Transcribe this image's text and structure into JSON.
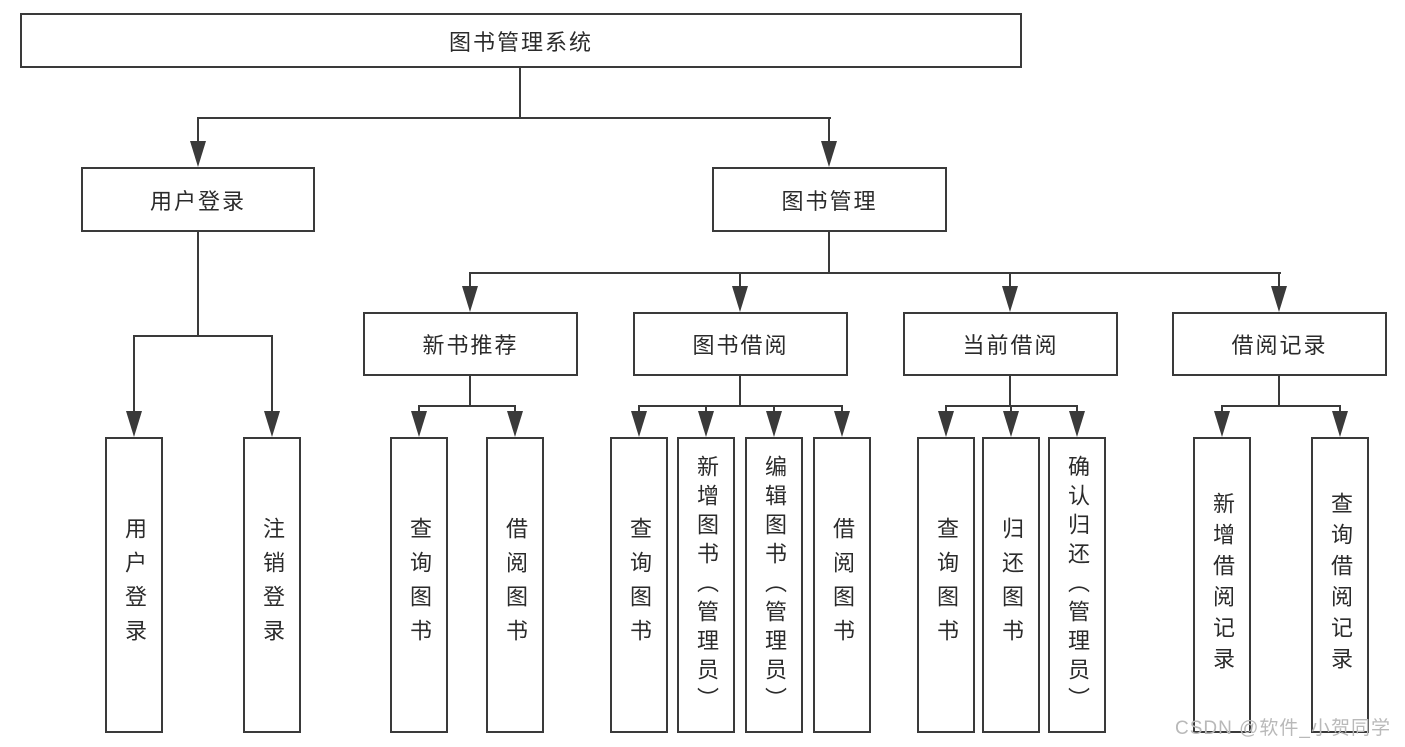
{
  "diagram": {
    "root": {
      "label": "图书管理系统"
    },
    "level1": [
      {
        "label": "用户登录"
      },
      {
        "label": "图书管理"
      }
    ],
    "user_login_children": [
      {
        "label": "用户登录"
      },
      {
        "label": "注销登录"
      }
    ],
    "level2": [
      {
        "label": "新书推荐"
      },
      {
        "label": "图书借阅"
      },
      {
        "label": "当前借阅"
      },
      {
        "label": "借阅记录"
      }
    ],
    "new_book_children": [
      {
        "label": "查询图书"
      },
      {
        "label": "借阅图书"
      }
    ],
    "book_borrow_children": [
      {
        "label": "查询图书"
      },
      {
        "label": "新增图书（管理员）"
      },
      {
        "label": "编辑图书（管理员）"
      },
      {
        "label": "借阅图书"
      }
    ],
    "current_borrow_children": [
      {
        "label": "查询图书"
      },
      {
        "label": "归还图书"
      },
      {
        "label": "确认归还（管理员）"
      }
    ],
    "borrow_record_children": [
      {
        "label": "新增借阅记录"
      },
      {
        "label": "查询借阅记录"
      }
    ]
  },
  "watermark": {
    "text": "CSDN @软件_小贺同学"
  },
  "colors": {
    "line": "#3a3a3a",
    "text": "#2b2b2b",
    "background": "#ffffff",
    "watermark": "#b9b9b9"
  }
}
